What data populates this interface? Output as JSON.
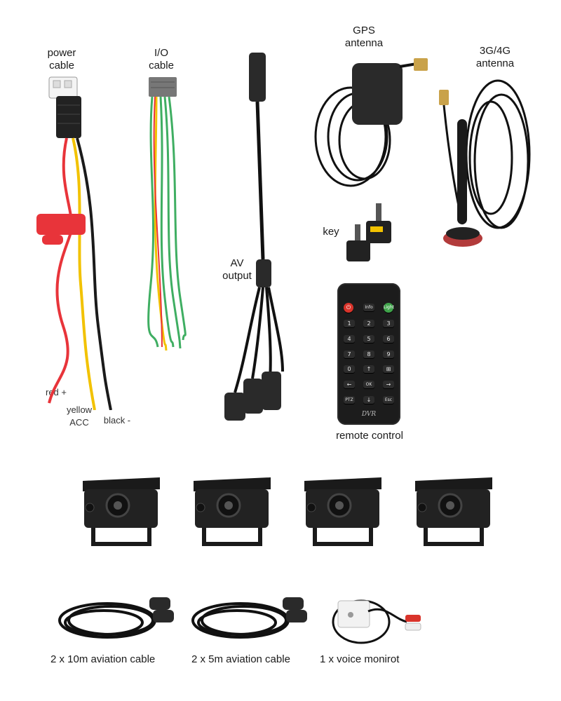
{
  "labels": {
    "power_cable": "power\ncable",
    "io_cable": "I/O\ncable",
    "gps_antenna": "GPS\nantenna",
    "antenna_3g4g": "3G/4G\nantenna",
    "key": "key",
    "av_output": "AV\noutput",
    "red": "red +",
    "yellow": "yellow\nACC",
    "black": "black -",
    "remote_control": "remote control"
  },
  "remote": {
    "brand": "DVR",
    "info": "Info",
    "light": "Light",
    "power_glyph": "⏻",
    "digits": [
      "1",
      "2",
      "3",
      "4",
      "5",
      "6",
      "7",
      "8",
      "9",
      "0"
    ],
    "up": "↑",
    "grid": "⊞",
    "left": "←",
    "ok": "OK",
    "right": "→",
    "ptz": "PTZ",
    "down": "↓",
    "esc": "Esc"
  },
  "captions": {
    "cable_10m": "2 x 10m aviation cable",
    "cable_5m": "2 x 5m aviation cable",
    "voice": "1 x voice monirot"
  },
  "colors": {
    "red_wire": "#e8343a",
    "yellow_wire": "#f2c200",
    "black_wire": "#1a1a1a",
    "green_wire": "#3fae62",
    "fuse": "#e8343a"
  }
}
